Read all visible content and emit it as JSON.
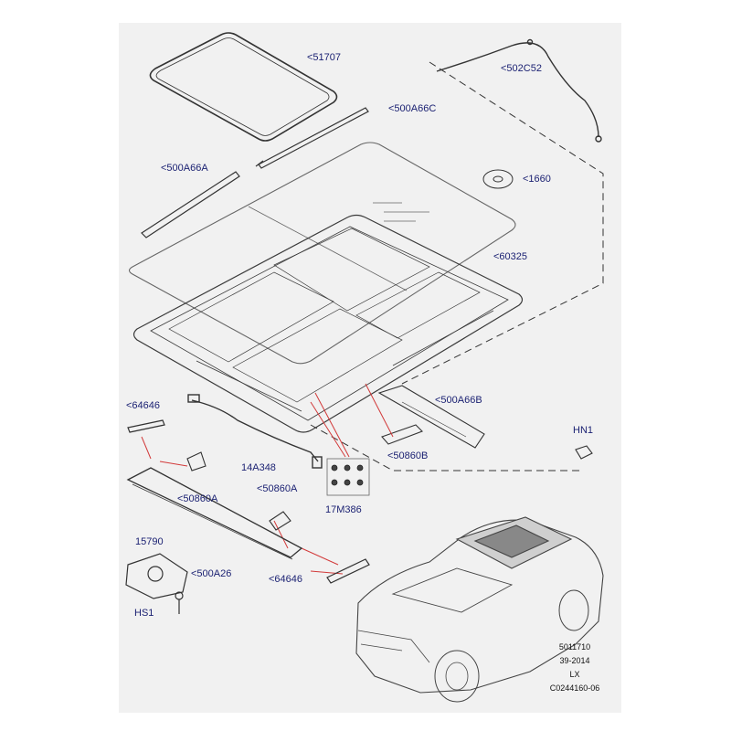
{
  "callouts": {
    "c51707": "<51707",
    "c500A66C": "<500A66C",
    "c502C52": "<502C52",
    "c500A66A": "<500A66A",
    "c1660": "<1660",
    "c60325": "<60325",
    "c64646_top": "<64646",
    "c500A66B": "<500A66B",
    "cHN1": "HN1",
    "c50860B": "<50860B",
    "c14A348": "14A348",
    "c50860A_left": "<50860A",
    "c50860A_mid": "<50860A",
    "c17M386": "17M386",
    "c15790": "15790",
    "c500A26": "<500A26",
    "c64646_bottom": "<64646",
    "cHS1": "HS1"
  },
  "reference": {
    "line1": "5011710",
    "line2": "39-2014",
    "line3": "LX",
    "line4": "C0244160-06"
  },
  "colors": {
    "label": "#1c2273",
    "sheet": "#f1f1f1",
    "lines": "#3a3a3a",
    "red_leader": "#d23a3a"
  }
}
